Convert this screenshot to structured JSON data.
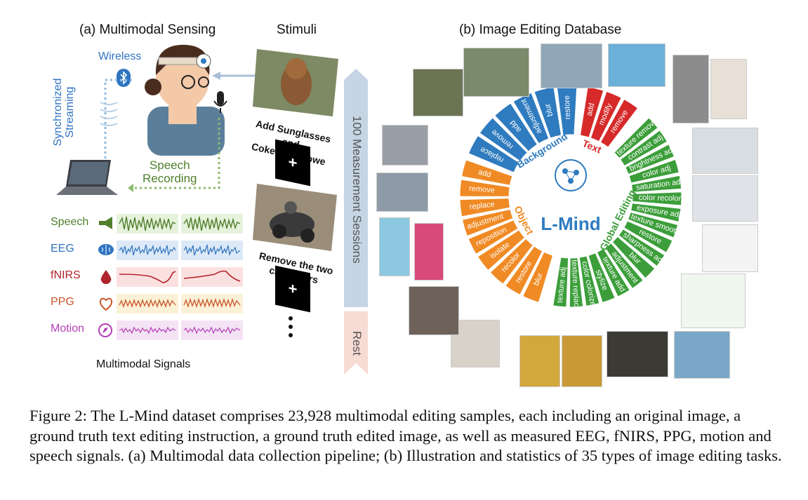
{
  "panel_a": {
    "title": "(a)  Multimodal Sensing",
    "wireless_label": "Wireless",
    "sync_label_1": "Synchronized",
    "sync_label_2": "Streaming",
    "speech_rec_1": "Speech",
    "speech_rec_2": "Recording",
    "signals_title": "Multimodal Signals",
    "signals": [
      {
        "name": "Speech",
        "color": "#4f7f2c"
      },
      {
        "name": "EEG",
        "color": "#2e74c0"
      },
      {
        "name": "fNIRS",
        "color": "#b0242b"
      },
      {
        "name": "PPG",
        "color": "#c8552c"
      },
      {
        "name": "Motion",
        "color": "#b43fb7"
      }
    ]
  },
  "stimuli": {
    "title": "Stimuli",
    "instruction_1_line1": "Add Sunglasses and",
    "instruction_1_line2": "Coke to the owe",
    "instruction_2_line1": "Remove the two",
    "instruction_2_line2": "characters",
    "fixation": "+"
  },
  "session_bar": {
    "label": "100 Measurement Sessions",
    "rest": "Rest"
  },
  "panel_b": {
    "title": "(b)  Image Editing Database",
    "center_title": "L-Mind",
    "groups": [
      {
        "name": "Background",
        "color": "#2f7bbf",
        "items": [
          "replace",
          "remove",
          "add",
          "adjustment",
          "blur",
          "restore"
        ]
      },
      {
        "name": "Text",
        "color": "#d62a2a",
        "items": [
          "add",
          "modify",
          "remove"
        ]
      },
      {
        "name": "Global Editing",
        "color": "#3c9e3a",
        "items": [
          "texture remove",
          "contrast adj",
          "brightness adj",
          "color adj",
          "saturation adj",
          "color recolor",
          "exposure adj",
          "texture smooth",
          "restore",
          "sharpness adj",
          "blur",
          "adjustment",
          "texture add",
          "stylize",
          "color colorize",
          "texture replace",
          "texture adj"
        ]
      },
      {
        "name": "Object",
        "color": "#f08a24",
        "items": [
          "blur",
          "restore",
          "recolor",
          "isolate",
          "reposition",
          "adjustment",
          "replace",
          "remove",
          "add"
        ]
      }
    ]
  },
  "caption": "Figure 2: The L-Mind dataset comprises 23,928 multimodal editing samples, each including an original image, a ground truth text editing instruction, a ground truth edited image, as well as measured EEG, fNIRS, PPG, motion and speech signals. (a) Multimodal data collection pipeline; (b) Illustration and statistics of 35 types of image editing tasks."
}
